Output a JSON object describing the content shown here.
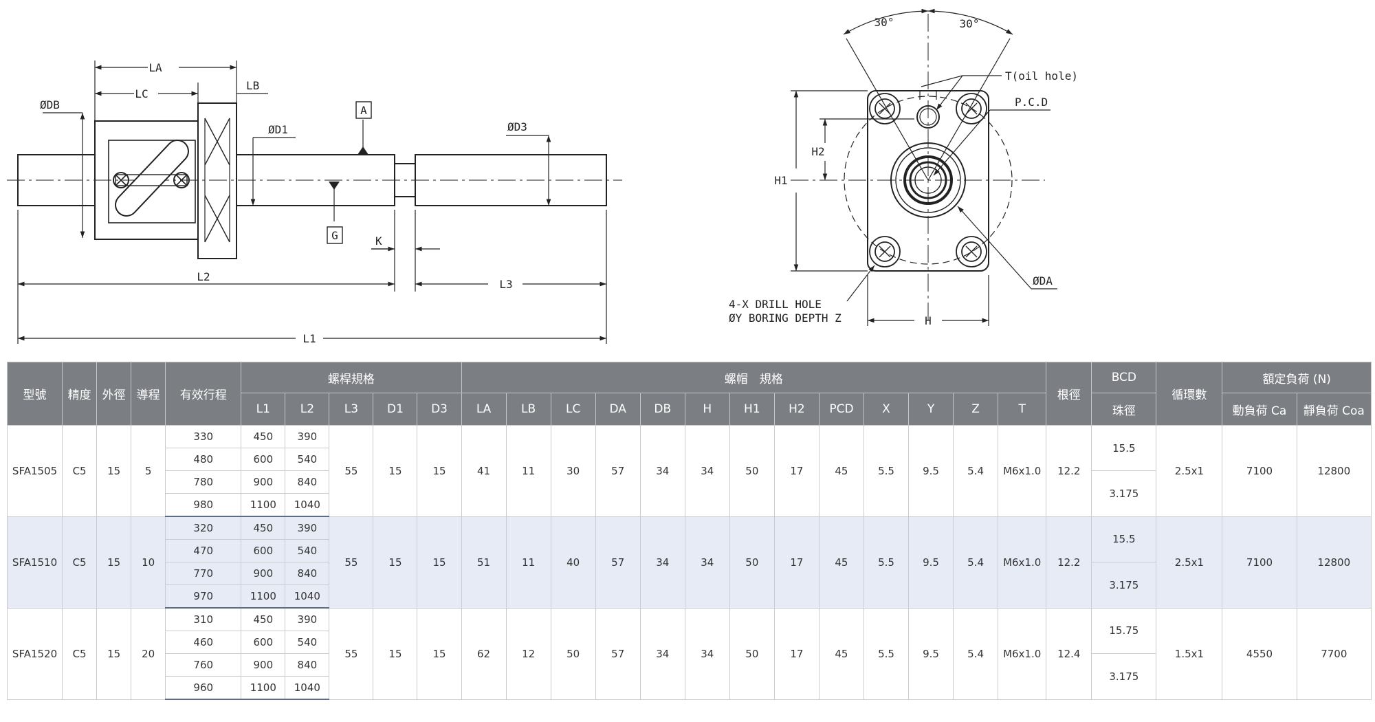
{
  "drawing": {
    "front_labels": {
      "LA": "LA",
      "LB": "LB",
      "LC": "LC",
      "DB": "ØDB",
      "D1": "ØD1",
      "D3": "ØD3",
      "A": "A",
      "G": "G",
      "K": "K",
      "L1": "L1",
      "L2": "L2",
      "L3": "L3"
    },
    "side_labels": {
      "angle_left": "30°",
      "angle_right": "30°",
      "oil_hole": "T(oil hole)",
      "pcd": "P.C.D",
      "H1": "H1",
      "H2": "H2",
      "H": "H",
      "DA": "ØDA",
      "drill_line1": "4-X DRILL HOLE",
      "drill_line2": "ØY BORING DEPTH Z"
    }
  },
  "table": {
    "header": {
      "model": "型號",
      "accuracy": "精度",
      "outer_dia": "外徑",
      "lead": "導程",
      "stroke": "有效行程",
      "screw_group": "螺桿規格",
      "nut_group": "螺帽　規格",
      "L1": "L1",
      "L2": "L2",
      "L3": "L3",
      "D1": "D1",
      "D3": "D3",
      "LA": "LA",
      "LB": "LB",
      "LC": "LC",
      "DA": "DA",
      "DB": "DB",
      "H": "H",
      "H1": "H1",
      "H2": "H2",
      "PCD": "PCD",
      "X": "X",
      "Y": "Y",
      "Z": "Z",
      "T": "T",
      "root_dia": "根徑",
      "bcd": "BCD",
      "ball_dia": "珠徑",
      "circuits": "循環數",
      "rated_load": "額定負荷 (N)",
      "dynamic": "動負荷 Ca",
      "static": "靜負荷 Coa"
    },
    "groups": [
      {
        "model": "SFA1505",
        "accuracy": "C5",
        "outer_dia": "15",
        "lead": "5",
        "rows": [
          {
            "stroke": "330",
            "L1": "450",
            "L2": "390"
          },
          {
            "stroke": "480",
            "L1": "600",
            "L2": "540"
          },
          {
            "stroke": "780",
            "L1": "900",
            "L2": "840"
          },
          {
            "stroke": "980",
            "L1": "1100",
            "L2": "1040"
          }
        ],
        "L3": "55",
        "D1": "15",
        "D3": "15",
        "LA": "41",
        "LB": "11",
        "LC": "30",
        "DA": "57",
        "DB": "34",
        "H": "34",
        "H1": "50",
        "H2": "17",
        "PCD": "45",
        "X": "5.5",
        "Y": "9.5",
        "Z": "5.4",
        "T": "M6x1.0",
        "root_dia": "12.2",
        "bcd": "15.5",
        "ball_dia": "3.175",
        "circuits": "2.5x1",
        "dynamic": "7100",
        "static": "12800"
      },
      {
        "model": "SFA1510",
        "accuracy": "C5",
        "outer_dia": "15",
        "lead": "10",
        "rows": [
          {
            "stroke": "320",
            "L1": "450",
            "L2": "390"
          },
          {
            "stroke": "470",
            "L1": "600",
            "L2": "540"
          },
          {
            "stroke": "770",
            "L1": "900",
            "L2": "840"
          },
          {
            "stroke": "970",
            "L1": "1100",
            "L2": "1040"
          }
        ],
        "L3": "55",
        "D1": "15",
        "D3": "15",
        "LA": "51",
        "LB": "11",
        "LC": "40",
        "DA": "57",
        "DB": "34",
        "H": "34",
        "H1": "50",
        "H2": "17",
        "PCD": "45",
        "X": "5.5",
        "Y": "9.5",
        "Z": "5.4",
        "T": "M6x1.0",
        "root_dia": "12.2",
        "bcd": "15.5",
        "ball_dia": "3.175",
        "circuits": "2.5x1",
        "dynamic": "7100",
        "static": "12800"
      },
      {
        "model": "SFA1520",
        "accuracy": "C5",
        "outer_dia": "15",
        "lead": "20",
        "rows": [
          {
            "stroke": "310",
            "L1": "450",
            "L2": "390"
          },
          {
            "stroke": "460",
            "L1": "600",
            "L2": "540"
          },
          {
            "stroke": "760",
            "L1": "900",
            "L2": "840"
          },
          {
            "stroke": "960",
            "L1": "1100",
            "L2": "1040"
          }
        ],
        "L3": "55",
        "D1": "15",
        "D3": "15",
        "LA": "62",
        "LB": "12",
        "LC": "50",
        "DA": "57",
        "DB": "34",
        "H": "34",
        "H1": "50",
        "H2": "17",
        "PCD": "45",
        "X": "5.5",
        "Y": "9.5",
        "Z": "5.4",
        "T": "M6x1.0",
        "root_dia": "12.4",
        "bcd": "15.75",
        "ball_dia": "3.175",
        "circuits": "1.5x1",
        "dynamic": "4550",
        "static": "7700"
      }
    ]
  }
}
